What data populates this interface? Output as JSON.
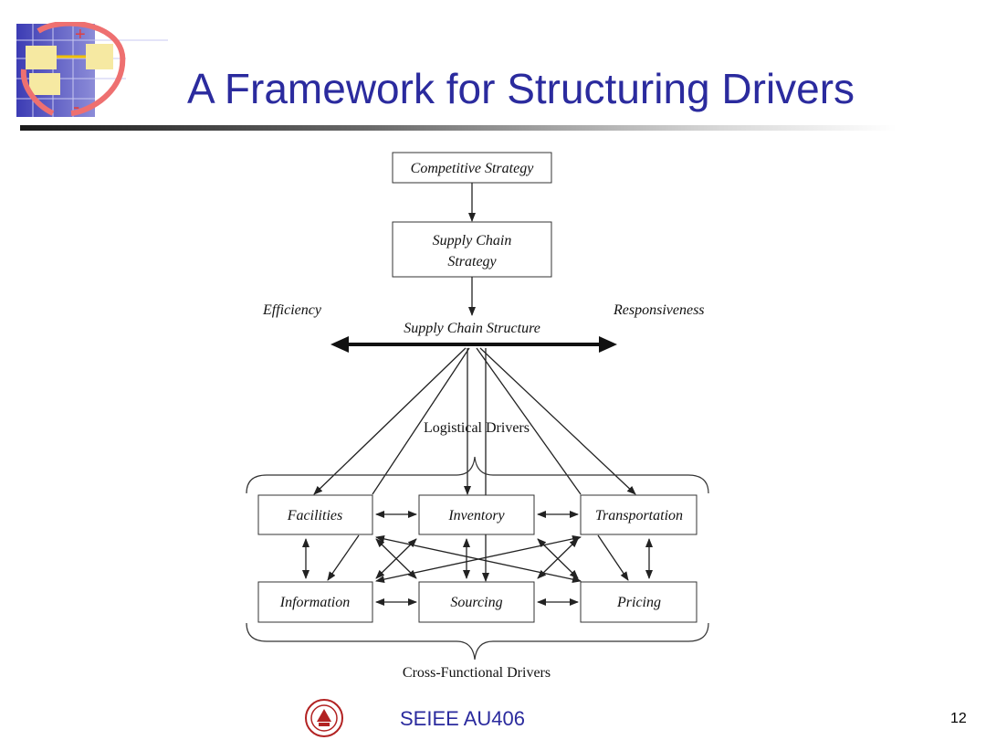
{
  "slide": {
    "title": "A Framework for Structuring Drivers",
    "footer": "SEIEE AU406",
    "page_number": "12"
  },
  "diagram": {
    "boxes": {
      "competitive_strategy": "Competitive Strategy",
      "supply_chain_strategy_line1": "Supply Chain",
      "supply_chain_strategy_line2": "Strategy",
      "facilities": "Facilities",
      "inventory": "Inventory",
      "transportation": "Transportation",
      "information": "Information",
      "sourcing": "Sourcing",
      "pricing": "Pricing"
    },
    "labels": {
      "efficiency": "Efficiency",
      "responsiveness": "Responsiveness",
      "structure": "Supply Chain Structure",
      "logistical": "Logistical Drivers",
      "cross_functional": "Cross-Functional Drivers"
    }
  },
  "colors": {
    "title": "#2b2b9e",
    "footer": "#2b2b9e",
    "seal": "#b22222"
  },
  "icons": {
    "logo": "framework-logo-icon",
    "seal": "university-seal-icon"
  }
}
